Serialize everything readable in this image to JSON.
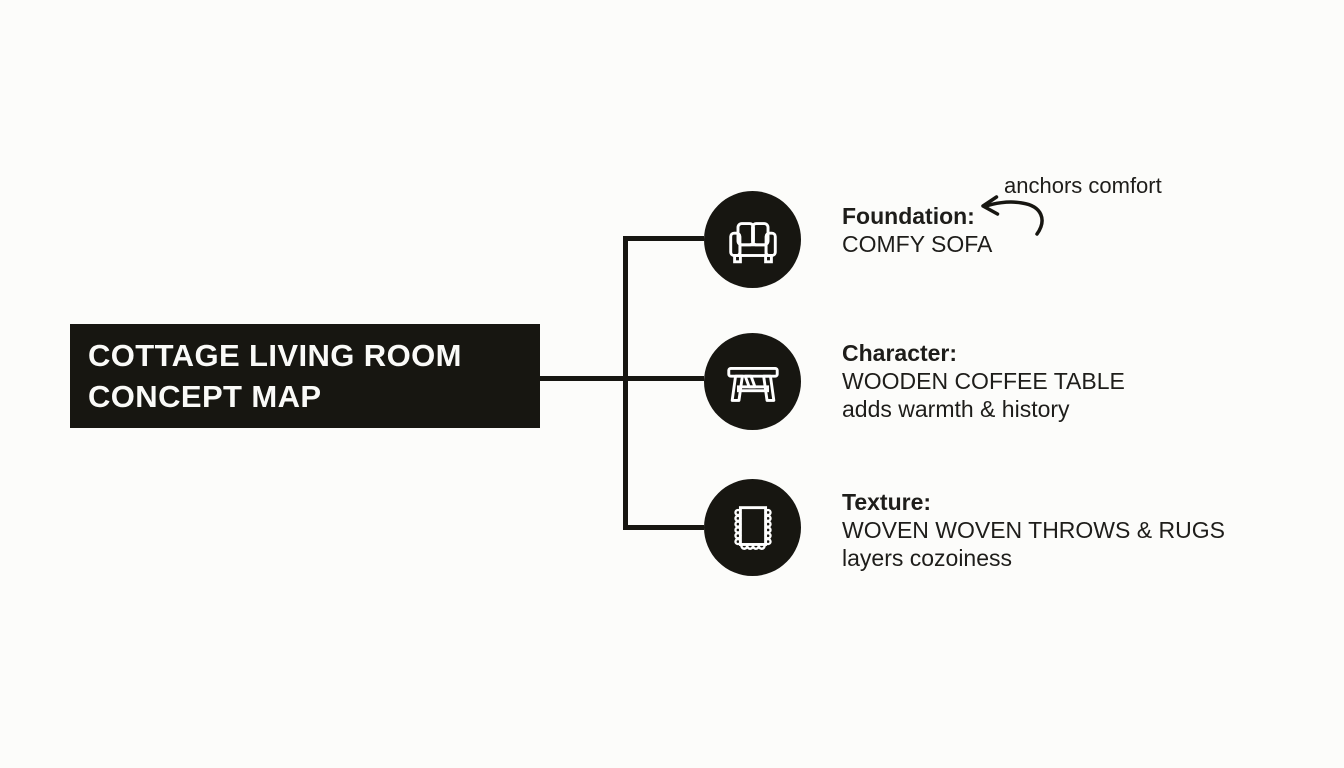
{
  "title": {
    "lines": [
      "COTTAGE LIVING ROOM",
      "CONCEPT MAP"
    ]
  },
  "annotation": {
    "label": "anchors comfort"
  },
  "nodes": [
    {
      "icon": "sofa-icon",
      "heading": "Foundation:",
      "lines": [
        "COMFY SOFA"
      ]
    },
    {
      "icon": "coffee-table-icon",
      "heading": "Character:",
      "lines": [
        "WOODEN COFFEE TABLE",
        "adds warmth & history"
      ]
    },
    {
      "icon": "throw-rug-icon",
      "heading": "Texture:",
      "lines": [
        "WOVEN WOVEN THROWS & RUGS",
        "layers cozoiness"
      ]
    }
  ],
  "colors": {
    "background": "#fcfcfa",
    "ink": "#171611",
    "text": "#1e1d1a",
    "icon_stroke": "#ffffff"
  }
}
